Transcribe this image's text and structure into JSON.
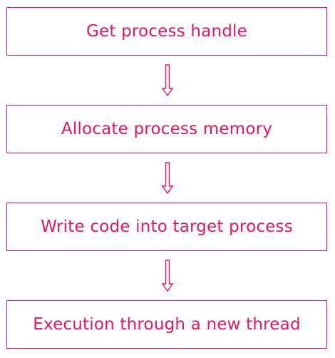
{
  "colors": {
    "accent": "#e8175d",
    "background": "#ffffff"
  },
  "steps": [
    {
      "label": "Get process handle"
    },
    {
      "label": "Allocate process memory"
    },
    {
      "label": "Write code into target process"
    },
    {
      "label": "Execution through a new thread"
    }
  ],
  "connectors": [
    {
      "from": 1,
      "to": 2,
      "icon": "down-arrow-icon"
    },
    {
      "from": 2,
      "to": 3,
      "icon": "down-arrow-icon"
    },
    {
      "from": 3,
      "to": 4,
      "icon": "down-arrow-icon"
    }
  ]
}
